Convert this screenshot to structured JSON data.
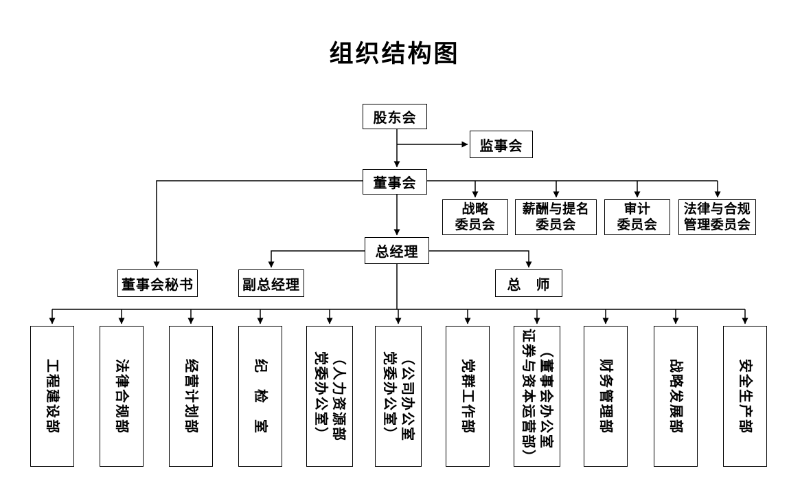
{
  "title": "组织结构图",
  "colors": {
    "line": "#000000",
    "box_border": "#000000",
    "background": "#ffffff",
    "text": "#000000"
  },
  "nodes": {
    "shareholders": "股东会",
    "supervisory_board": "监事会",
    "board_of_directors": "董事会",
    "general_manager": "总经理",
    "board_secretary": "董事会秘书",
    "deputy_general_manager": "副总经理",
    "chief_engineer": "总　师",
    "committees": [
      {
        "lines": [
          "战略",
          "委员会"
        ]
      },
      {
        "lines": [
          "薪酬与提名",
          "委员会"
        ]
      },
      {
        "lines": [
          "审计",
          "委员会"
        ]
      },
      {
        "lines": [
          "法律与合规",
          "管理委员会"
        ]
      }
    ],
    "departments": [
      {
        "lines": [
          "工程建设部"
        ]
      },
      {
        "lines": [
          "法律合规部"
        ]
      },
      {
        "lines": [
          "经营计划部"
        ]
      },
      {
        "lines": [
          "纪　检　室"
        ]
      },
      {
        "lines": [
          "（人力资源部",
          "党委办公室）"
        ]
      },
      {
        "lines": [
          "（公司办公室",
          "党委办公室）"
        ]
      },
      {
        "lines": [
          "党群工作部"
        ]
      },
      {
        "lines": [
          "（董事会办公室",
          "证券与资本运营部）"
        ]
      },
      {
        "lines": [
          "财务管理部"
        ]
      },
      {
        "lines": [
          "战略发展部"
        ]
      },
      {
        "lines": [
          "安全生产部"
        ]
      }
    ]
  }
}
